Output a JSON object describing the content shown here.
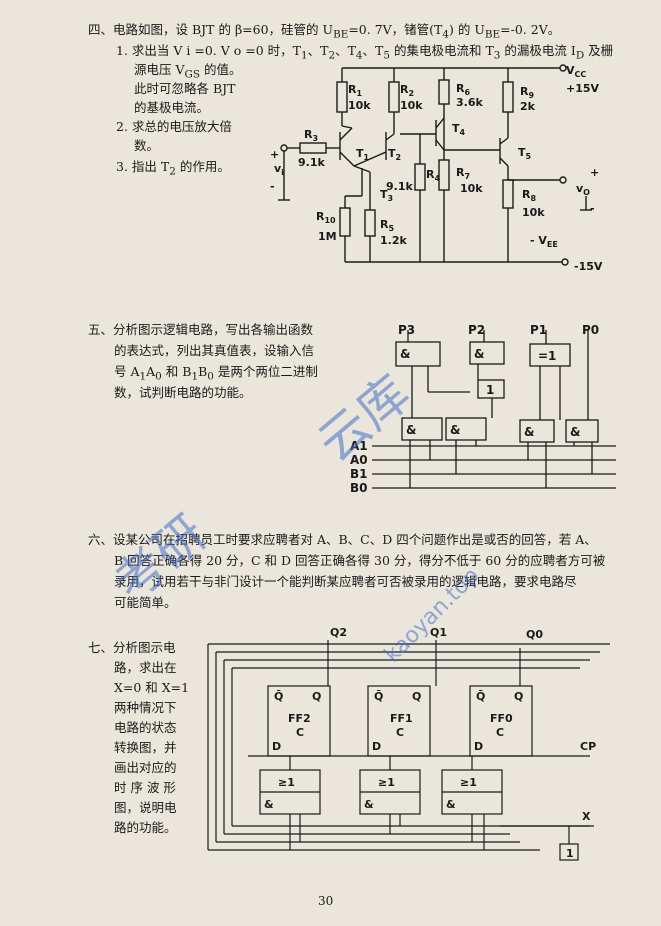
{
  "q4": {
    "title": "四、电路如图，设 BJT 的 β=60，硅管的 U",
    "title_sub1": "BE",
    "title_mid": "=0. 7V，锗管(T",
    "title_sub2": "4",
    "title_mid2": ") 的 U",
    "title_sub3": "BE",
    "title_end": "=-0. 2V。",
    "item1_a": "1. 求出当 V i =0. V o =0 时，T",
    "item1_b": "、T",
    "item1_c": "、T",
    "item1_d": "、T",
    "item1_e": " 的集电极电流和 T",
    "item1_f": " 的漏极电流 I",
    "item1_g": " 及栅",
    "s1": "1",
    "s2": "2",
    "s4": "4",
    "s5": "5",
    "s3": "3",
    "sD": "D",
    "sGS": "GS",
    "item1_line2a": "源电压 V",
    "item1_line2b": " 的值。",
    "item1_line3": "此时可忽略各 BJT",
    "item1_line4": "的基极电流。",
    "item2_line1": "2. 求总的电压放大倍",
    "item2_line2": "数。",
    "item3": "3. 指出 T",
    "item3_end": " 的作用。",
    "labels": {
      "vcc": "V",
      "vcc_sub": "CC",
      "vcc_val": "+15V",
      "r1": "R",
      "r1_sub": "1",
      "r1_val": "10k",
      "r2": "R",
      "r2_sub": "2",
      "r2_val": "10k",
      "r6": "R",
      "r6_sub": "6",
      "r6_val": "3.6k",
      "r9": "R",
      "r9_sub": "9",
      "r9_val": "2k",
      "r3": "R",
      "r3_sub": "3",
      "r3_val": "9.1k",
      "r4": "R",
      "r4_sub": "4",
      "r4_val": "9.1k",
      "r7": "R",
      "r7_sub": "7",
      "r7_val": "10k",
      "r8": "R",
      "r8_sub": "8",
      "r8_val": "10k",
      "r10": "R",
      "r10_sub": "10",
      "r10_val": "1M",
      "r5": "R",
      "r5_sub": "5",
      "r5_val": "1.2k",
      "t1": "T",
      "t1_sub": "1",
      "t2": "T",
      "t2_sub": "2",
      "t3": "T",
      "t3_sub": "3",
      "t4": "T",
      "t4_sub": "4",
      "t5": "T",
      "t5_sub": "5",
      "vi": "v",
      "vi_sub": "i",
      "vo": "v",
      "vo_sub": "O",
      "vee": "- V",
      "vee_sub": "EE",
      "vee_val": "-15V",
      "plus": "+",
      "minus": "-"
    }
  },
  "q5": {
    "line1": "五、分析图示逻辑电路，写出各输出函数",
    "line2": "的表达式，列出其真值表，设输入信",
    "line3a": "号 A",
    "line3b": "A",
    "line3c": " 和 B",
    "line3d": "B",
    "line3e": " 是两个两位二进制",
    "sub1": "1",
    "sub0": "0",
    "line4": "数，试判断电路的功能。",
    "outputs": [
      "P3",
      "P2",
      "P1",
      "P0"
    ],
    "inputs": [
      "A1",
      "A0",
      "B1",
      "B0"
    ],
    "gate_and": "&",
    "gate_xor": "=1",
    "gate_not": "1"
  },
  "q6": {
    "line1": "六、设某公司在招聘员工时要求应聘者对 A、B、C、D 四个问题作出是或否的回答，若 A、",
    "line2": "B 回答正确各得 20 分，C 和 D 回答正确各得 30 分，得分不低于 60 分的应聘者方可被",
    "line3": "录用，试用若干与非门设计一个能判断某应聘者可否被录用的逻辑电路，要求电路尽",
    "line4": "可能简单。"
  },
  "q7": {
    "lines": [
      "七、分析图示电",
      "路，求出在",
      "X=0 和 X=1",
      "两种情况下",
      "电路的状态",
      "转换图，并",
      "画出对应的",
      "时 序 波 形",
      "图，说明电",
      "路的功能。"
    ],
    "outputs": [
      "Q2",
      "Q1",
      "Q0"
    ],
    "ff": [
      "FF2",
      "FF1",
      "FF0"
    ],
    "qbar": "Q̄",
    "q": "Q",
    "d": "D",
    "c": "C",
    "cp": "CP",
    "x": "X",
    "ge1": "≥1",
    "and": "&",
    "not": "1"
  },
  "page_number": "30",
  "watermarks": [
    "考研",
    "云库",
    "kaoyan.top"
  ]
}
